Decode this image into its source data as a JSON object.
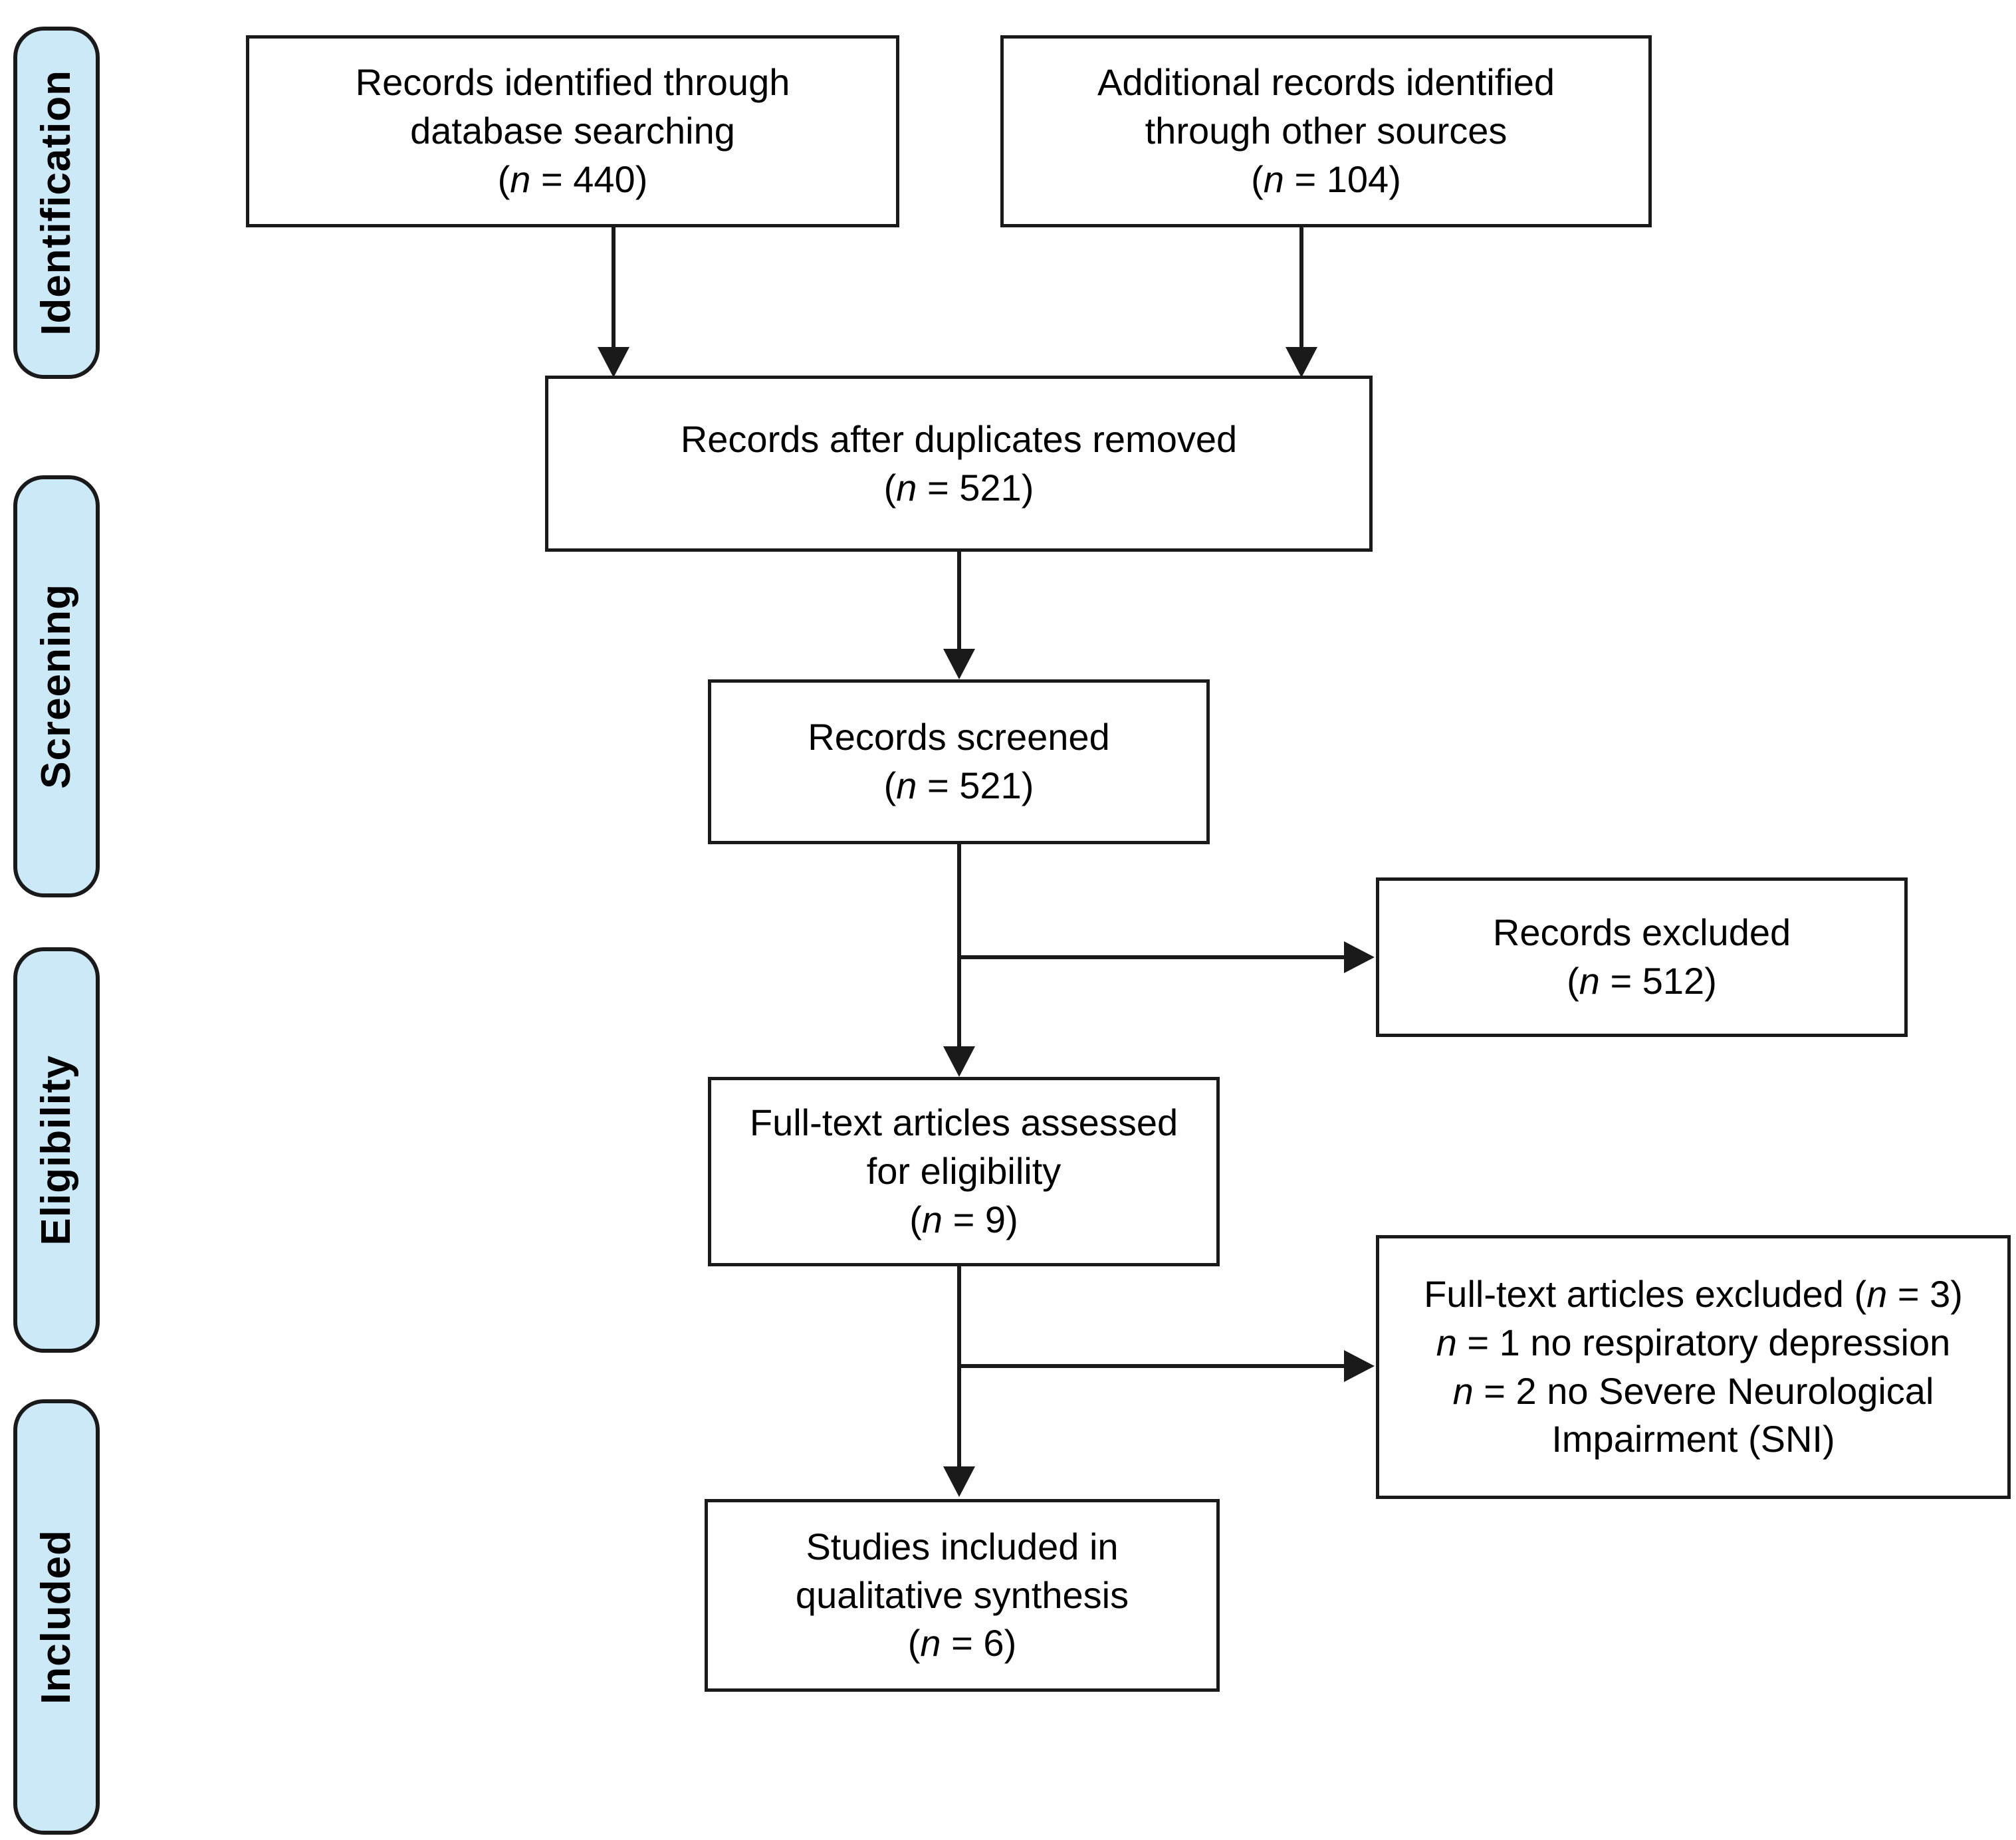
{
  "diagram": {
    "title": "PRISMA flow diagram",
    "accent_color": "#cce9f8",
    "line_color": "#1a1a1a",
    "background_color": "#ffffff"
  },
  "stages": [
    {
      "id": "identification",
      "label": "Identification"
    },
    {
      "id": "screening",
      "label": "Screening"
    },
    {
      "id": "eligibility",
      "label": "Eligibility"
    },
    {
      "id": "included",
      "label": "Included"
    }
  ],
  "boxes": {
    "records_identified": {
      "line1": "Records identified through",
      "line2": "database searching",
      "count_prefix": "(",
      "count_var": "n",
      "count_eq": " = ",
      "count_value": "440",
      "count_suffix": ")"
    },
    "additional_records": {
      "line1": "Additional records identified",
      "line2": "through other sources",
      "count_var": "n",
      "count_value": "104"
    },
    "duplicates_removed": {
      "line1": "Records after duplicates removed",
      "count_var": "n",
      "count_value": "521"
    },
    "records_screened": {
      "line1": "Records screened",
      "count_var": "n",
      "count_value": "521"
    },
    "records_excluded": {
      "line1": "Records excluded",
      "count_var": "n",
      "count_value": "512"
    },
    "fulltext_assessed": {
      "line1": "Full-text articles assessed",
      "line2": "for eligibility",
      "count_var": "n",
      "count_value": "9"
    },
    "fulltext_excluded": {
      "line1_pre": "Full-text articles excluded (",
      "line1_var": "n",
      "line1_val": " = 3)",
      "line2_var": "n",
      "line2_rest": " = 1 no respiratory depression",
      "line3_var": "n",
      "line3_rest": " = 2 no Severe Neurological",
      "line4": "Impairment (SNI)"
    },
    "studies_included": {
      "line1": "Studies included in",
      "line2": "qualitative synthesis",
      "count_var": "n",
      "count_value": "6"
    }
  },
  "connectors": [
    {
      "id": "identified-to-duplicates",
      "from": "records_identified",
      "to": "duplicates_removed",
      "type": "down-arrow"
    },
    {
      "id": "additional-to-duplicates",
      "from": "additional_records",
      "to": "duplicates_removed",
      "type": "down-arrow"
    },
    {
      "id": "duplicates-to-screened",
      "from": "duplicates_removed",
      "to": "records_screened",
      "type": "down-arrow"
    },
    {
      "id": "screened-to-fulltext",
      "from": "records_screened",
      "to": "fulltext_assessed",
      "type": "down-arrow"
    },
    {
      "id": "screened-to-excluded",
      "from": "records_screened",
      "to": "records_excluded",
      "type": "right-arrow"
    },
    {
      "id": "fulltext-to-included",
      "from": "fulltext_assessed",
      "to": "studies_included",
      "type": "down-arrow"
    },
    {
      "id": "fulltext-to-ftexcluded",
      "from": "fulltext_assessed",
      "to": "fulltext_excluded",
      "type": "right-arrow"
    }
  ]
}
